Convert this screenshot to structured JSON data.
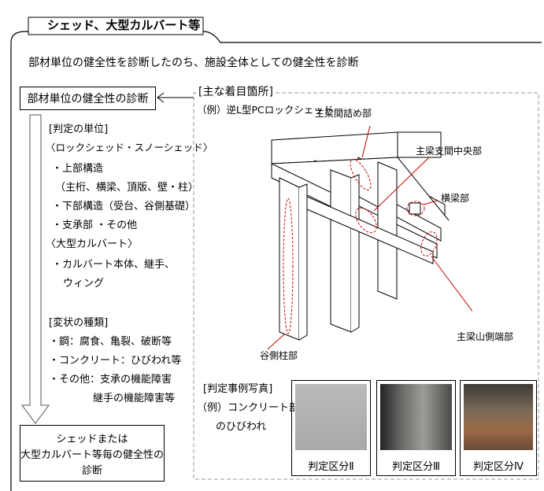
{
  "title": "シェッド、大型カルバート等",
  "intro": "部材単位の健全性を診断したのち、施設全体としての健全性を診断",
  "left_box": "部材単位の健全性の診断",
  "unit_heading": "[判定の単位]",
  "unit_lines": [
    "〈ロックシェッド・スノーシェッド〉",
    "・上部構造",
    "（主桁、横梁、頂版、壁・柱）",
    "・下部構造（受台、谷側基礎）",
    "・支承部 ・その他",
    "〈大型カルバート〉",
    "・カルバート本体、継手、",
    "ウィング"
  ],
  "type_heading": "[変状の種類]",
  "type_lines": [
    "・鋼：腐食、亀裂、破断等",
    "・コンクリート：ひびわれ等",
    "・その他：支承の機能障害",
    "継手の機能障害等"
  ],
  "bottom_box": [
    "シェッドまたは",
    "大型カルバート等毎の健全性の",
    "診断"
  ],
  "focus_heading": "[主な着目箇所]",
  "example_label": "（例）逆L型PCロックシェッド",
  "callouts": {
    "main_joint": "主梁間詰め部",
    "main_mid": "主梁支間中央部",
    "cross_beam": "横梁部",
    "valley_col": "谷側柱部",
    "mountain_end": "主梁山側端部"
  },
  "photos_heading": "[判定事例写真]",
  "photos_sub": [
    "（例）コンクリート部材",
    "のひびわれ"
  ],
  "photos": [
    {
      "caption": "判定区分Ⅱ"
    },
    {
      "caption": "判定区分Ⅲ"
    },
    {
      "caption": "判定区分Ⅳ"
    }
  ]
}
